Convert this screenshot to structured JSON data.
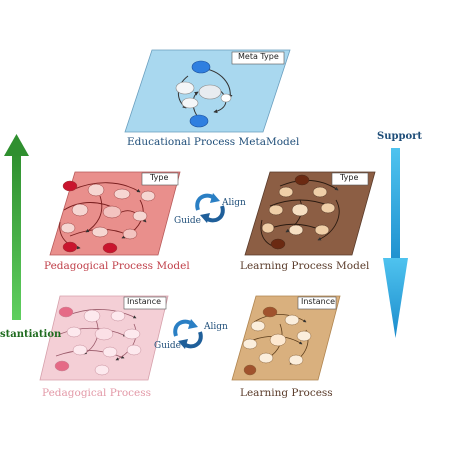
{
  "labels": {
    "meta_tag": "Meta Type",
    "type_tag": "Type",
    "instance_tag": "Instance",
    "meta_model": "Educational Process MetaModel",
    "ped_model": "Pedagogical Process Model",
    "learn_model": "Learning Process Model",
    "ped_process": "Pedagogical Process",
    "learn_process": "Learning Process",
    "support": "Support",
    "instantiation": "stantiation",
    "align": "Align",
    "guide": "Guide"
  },
  "colors": {
    "meta_fill": "#a9d8ef",
    "ped_model_fill": "#e98f8c",
    "learn_model_fill": "#8c5e44",
    "ped_process_fill": "#f4cfd6",
    "learn_process_fill": "#d9b07e",
    "label_blue": "#1f4e79",
    "label_red": "#c0404a",
    "label_brown": "#5a3b2a",
    "label_pink": "#e39aa8",
    "green_arrow": "#3aa63a",
    "blue_arrow": "#2aa6d8",
    "guide_arrow": "#2a7fc4"
  }
}
